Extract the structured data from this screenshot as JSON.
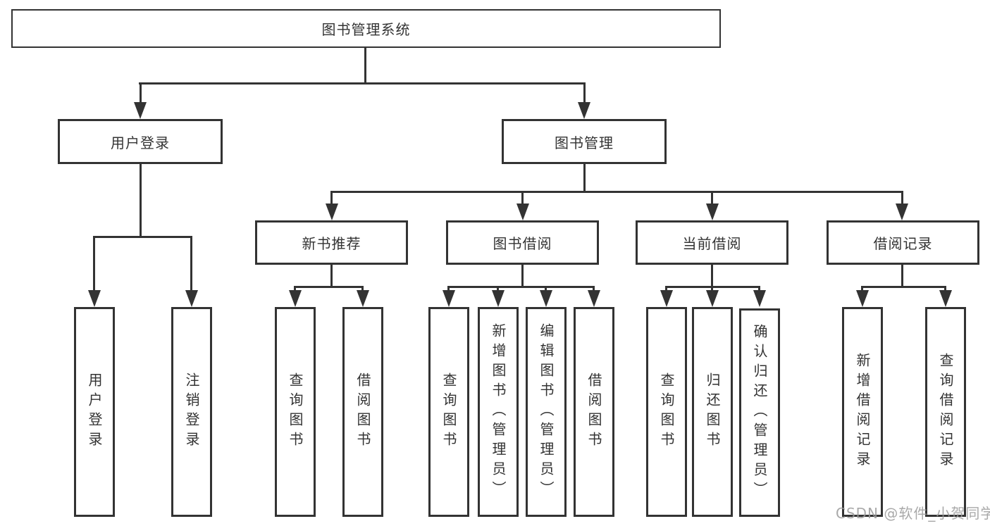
{
  "diagram_title": "图书管理系统",
  "nodes": {
    "root": "图书管理系统",
    "user_login": "用户登录",
    "book_mgmt": "图书管理",
    "new_book_rec": "新书推荐",
    "book_borrow": "图书借阅",
    "current_borrow": "当前借阅",
    "borrow_record": "借阅记录",
    "leaf_user_login": "用户登录",
    "leaf_logout": "注销登录",
    "leaf_nbr_query_book": "查询图书",
    "leaf_nbr_borrow_book": "借阅图书",
    "leaf_bb_query_book": "查询图书",
    "leaf_bb_add_book": "新增图书（管理员）",
    "leaf_bb_edit_book": "编辑图书（管理员）",
    "leaf_bb_borrow_book": "借阅图书",
    "leaf_cb_query_book": "查询图书",
    "leaf_cb_return_book": "归还图书",
    "leaf_cb_confirm_return": "确认归还（管理员）",
    "leaf_br_add_record": "新增借阅记录",
    "leaf_br_query_record": "查询借阅记录"
  },
  "hierarchy": {
    "图书管理系统": {
      "用户登录": [
        "用户登录",
        "注销登录"
      ],
      "图书管理": {
        "新书推荐": [
          "查询图书",
          "借阅图书"
        ],
        "图书借阅": [
          "查询图书",
          "新增图书（管理员）",
          "编辑图书（管理员）",
          "借阅图书"
        ],
        "当前借阅": [
          "查询图书",
          "归还图书",
          "确认归还（管理员）"
        ],
        "借阅记录": [
          "新增借阅记录",
          "查询借阅记录"
        ]
      }
    }
  },
  "watermark": "CSDN @软件_小贺同学",
  "colors": {
    "line": "#333333",
    "box_border": "#333333",
    "text": "#333333",
    "watermark_text": "#9b9b9b",
    "background": "#ffffff"
  }
}
